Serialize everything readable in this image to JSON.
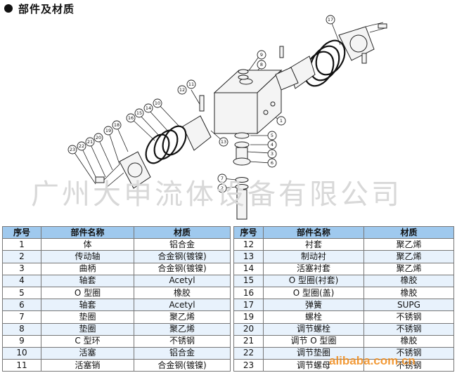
{
  "title": "部件及材质",
  "watermark": "广州大申流体设备有限公司",
  "brand_watermark": "alibaba.com.cn",
  "table": {
    "headers": [
      "序号",
      "部件名称",
      "材质"
    ],
    "left": [
      [
        "1",
        "体",
        "铝合金"
      ],
      [
        "2",
        "传动轴",
        "合金钢(镀镍)"
      ],
      [
        "3",
        "曲柄",
        "合金钢(镀镍)"
      ],
      [
        "4",
        "轴套",
        "Acetyl"
      ],
      [
        "5",
        "O 型圈",
        "橡胶"
      ],
      [
        "6",
        "轴套",
        "Acetyl"
      ],
      [
        "7",
        "垫圈",
        "聚乙烯"
      ],
      [
        "8",
        "垫圈",
        "聚乙烯"
      ],
      [
        "9",
        "C 型环",
        "不锈钢"
      ],
      [
        "10",
        "活塞",
        "铝合金"
      ],
      [
        "11",
        "活塞销",
        "合金钢(镀镍)"
      ]
    ],
    "right": [
      [
        "12",
        "衬套",
        "聚乙烯"
      ],
      [
        "13",
        "制动衬",
        "聚乙烯"
      ],
      [
        "14",
        "活塞衬套",
        "聚乙烯"
      ],
      [
        "15",
        "O 型圈(衬套)",
        "橡胶"
      ],
      [
        "16",
        "O 型圈(盖)",
        "橡胶"
      ],
      [
        "17",
        "弹簧",
        "SUPG"
      ],
      [
        "19",
        "螺栓",
        "不锈钢"
      ],
      [
        "20",
        "调节螺栓",
        "不锈钢"
      ],
      [
        "21",
        "调节 O 型圈",
        "橡胶"
      ],
      [
        "22",
        "调节垫圈",
        "不锈钢"
      ],
      [
        "23",
        "调节螺母",
        "不锈钢"
      ]
    ]
  },
  "callouts": [
    "1",
    "2",
    "3",
    "4",
    "5",
    "6",
    "7",
    "8",
    "9",
    "10",
    "11",
    "12",
    "13",
    "14",
    "15",
    "16",
    "17",
    "18",
    "19",
    "20",
    "21",
    "22",
    "23"
  ]
}
